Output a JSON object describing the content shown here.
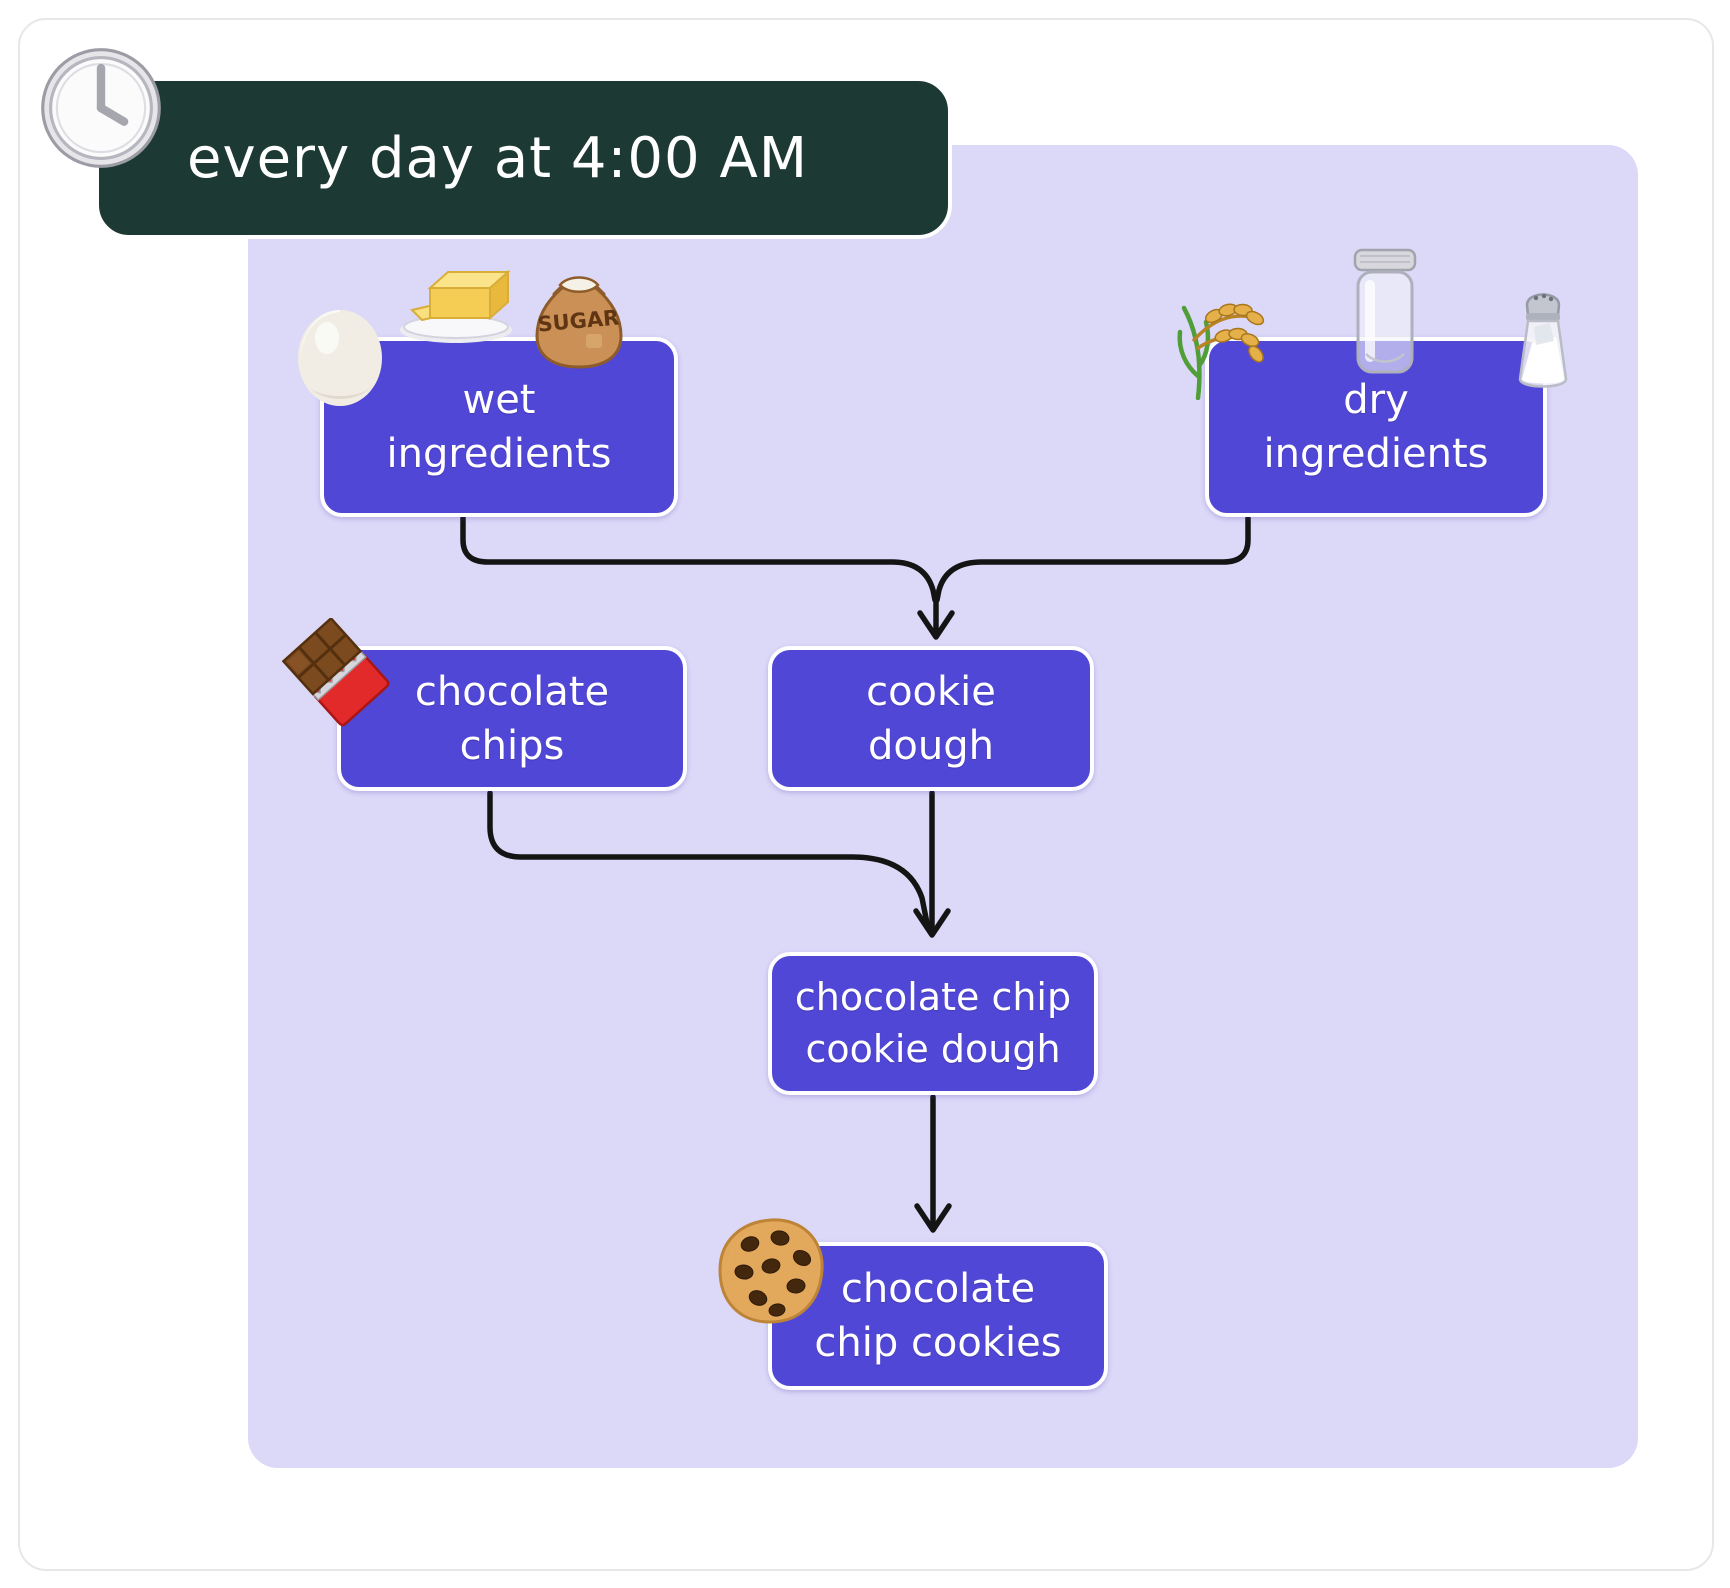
{
  "page": {
    "background": "#ffffff",
    "border_color": "#e7e7ea"
  },
  "colors": {
    "panel": "#dcd8f8",
    "node_fill": "#5147d6",
    "node_text": "#ffffff",
    "badge_fill": "#1c3933",
    "badge_text": "#ffffff",
    "arrow": "#141414"
  },
  "schedule_badge": {
    "label": "every day at 4:00 AM",
    "icon": "clock-4pm-icon"
  },
  "diagram": {
    "nodes": {
      "wet_ingredients": {
        "line1": "wet",
        "line2": "ingredients",
        "icons": [
          "egg-icon",
          "butter-icon",
          "sugar-bag-icon"
        ]
      },
      "dry_ingredients": {
        "line1": "dry",
        "line2": "ingredients",
        "icons": [
          "rice-plant-icon",
          "empty-jar-icon",
          "salt-shaker-icon"
        ]
      },
      "chocolate_chips": {
        "line1": "chocolate",
        "line2": "chips",
        "icons": [
          "chocolate-bar-icon"
        ]
      },
      "cookie_dough": {
        "line1": "cookie",
        "line2": "dough",
        "icons": []
      },
      "chocolate_chip_cookie_dough": {
        "line1": "chocolate chip",
        "line2": "cookie dough",
        "icons": []
      },
      "chocolate_chip_cookies": {
        "line1": "chocolate",
        "line2": "chip cookies",
        "icons": [
          "cookie-icon"
        ]
      }
    },
    "edges": [
      {
        "from": "wet_ingredients",
        "to": "cookie_dough"
      },
      {
        "from": "dry_ingredients",
        "to": "cookie_dough"
      },
      {
        "from": "chocolate_chips",
        "to": "chocolate_chip_cookie_dough"
      },
      {
        "from": "cookie_dough",
        "to": "chocolate_chip_cookie_dough"
      },
      {
        "from": "chocolate_chip_cookie_dough",
        "to": "chocolate_chip_cookies"
      }
    ]
  }
}
